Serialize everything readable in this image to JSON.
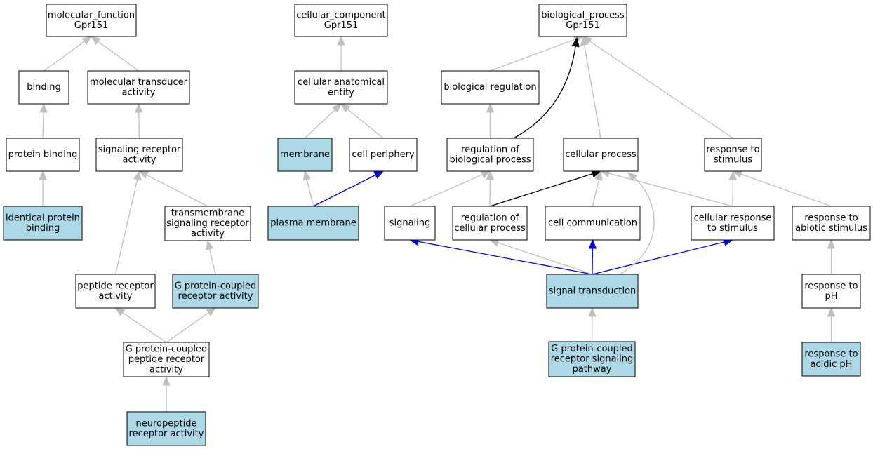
{
  "colors": {
    "plain_fill": "#ffffff",
    "highlight_fill": "#add8e6",
    "edge_gray": "#c0c0c0",
    "edge_black": "#000000",
    "edge_blue": "#0000ee"
  },
  "nodes": [
    {
      "id": "mf_root",
      "lines": [
        "molecular_function",
        "Gpr151"
      ],
      "highlight": false
    },
    {
      "id": "binding",
      "lines": [
        "binding"
      ],
      "highlight": false
    },
    {
      "id": "mol_transducer",
      "lines": [
        "molecular transducer",
        "activity"
      ],
      "highlight": false
    },
    {
      "id": "protein_binding",
      "lines": [
        "protein binding"
      ],
      "highlight": false
    },
    {
      "id": "sig_receptor",
      "lines": [
        "signaling receptor",
        "activity"
      ],
      "highlight": false
    },
    {
      "id": "identical_protein",
      "lines": [
        "identical protein",
        "binding"
      ],
      "highlight": true
    },
    {
      "id": "tm_sig_receptor",
      "lines": [
        "transmembrane",
        "signaling receptor",
        "activity"
      ],
      "highlight": false
    },
    {
      "id": "peptide_receptor",
      "lines": [
        "peptide receptor",
        "activity"
      ],
      "highlight": false
    },
    {
      "id": "gpcr_activity",
      "lines": [
        "G protein-coupled",
        "receptor activity"
      ],
      "highlight": true
    },
    {
      "id": "gpcr_peptide",
      "lines": [
        "G protein-coupled",
        "peptide receptor",
        "activity"
      ],
      "highlight": false
    },
    {
      "id": "neuropeptide",
      "lines": [
        "neuropeptide",
        "receptor activity"
      ],
      "highlight": true
    },
    {
      "id": "cc_root",
      "lines": [
        "cellular_component",
        "Gpr151"
      ],
      "highlight": false
    },
    {
      "id": "cell_anat",
      "lines": [
        "cellular anatomical",
        "entity"
      ],
      "highlight": false
    },
    {
      "id": "membrane",
      "lines": [
        "membrane"
      ],
      "highlight": true
    },
    {
      "id": "cell_periphery",
      "lines": [
        "cell periphery"
      ],
      "highlight": false
    },
    {
      "id": "plasma_membrane",
      "lines": [
        "plasma membrane"
      ],
      "highlight": true
    },
    {
      "id": "bp_root",
      "lines": [
        "biological_process",
        "Gpr151"
      ],
      "highlight": false
    },
    {
      "id": "bio_regulation",
      "lines": [
        "biological regulation"
      ],
      "highlight": false
    },
    {
      "id": "reg_bio_process",
      "lines": [
        "regulation of",
        "biological process"
      ],
      "highlight": false
    },
    {
      "id": "cellular_process",
      "lines": [
        "cellular process"
      ],
      "highlight": false
    },
    {
      "id": "response_stimulus",
      "lines": [
        "response to",
        "stimulus"
      ],
      "highlight": false
    },
    {
      "id": "signaling",
      "lines": [
        "signaling"
      ],
      "highlight": false
    },
    {
      "id": "reg_cell_process",
      "lines": [
        "regulation of",
        "cellular process"
      ],
      "highlight": false
    },
    {
      "id": "cell_comm",
      "lines": [
        "cell communication"
      ],
      "highlight": false
    },
    {
      "id": "cell_resp_stim",
      "lines": [
        "cellular response",
        "to stimulus"
      ],
      "highlight": false
    },
    {
      "id": "resp_abiotic",
      "lines": [
        "response to",
        "abiotic stimulus"
      ],
      "highlight": false
    },
    {
      "id": "signal_trans",
      "lines": [
        "signal transduction"
      ],
      "highlight": true
    },
    {
      "id": "resp_ph",
      "lines": [
        "response to",
        "pH"
      ],
      "highlight": false
    },
    {
      "id": "gpcr_pathway",
      "lines": [
        "G protein-coupled",
        "receptor signaling",
        "pathway"
      ],
      "highlight": true
    },
    {
      "id": "resp_acidic_ph",
      "lines": [
        "response to",
        "acidic pH"
      ],
      "highlight": true
    }
  ],
  "edges": [
    {
      "from": "binding",
      "to": "mf_root",
      "color": "gray"
    },
    {
      "from": "mol_transducer",
      "to": "mf_root",
      "color": "gray"
    },
    {
      "from": "protein_binding",
      "to": "binding",
      "color": "gray"
    },
    {
      "from": "sig_receptor",
      "to": "mol_transducer",
      "color": "gray"
    },
    {
      "from": "identical_protein",
      "to": "protein_binding",
      "color": "gray"
    },
    {
      "from": "tm_sig_receptor",
      "to": "sig_receptor",
      "color": "gray"
    },
    {
      "from": "peptide_receptor",
      "to": "sig_receptor",
      "color": "gray"
    },
    {
      "from": "gpcr_activity",
      "to": "tm_sig_receptor",
      "color": "gray"
    },
    {
      "from": "gpcr_peptide",
      "to": "peptide_receptor",
      "color": "gray"
    },
    {
      "from": "gpcr_peptide",
      "to": "gpcr_activity",
      "color": "gray"
    },
    {
      "from": "neuropeptide",
      "to": "gpcr_peptide",
      "color": "gray"
    },
    {
      "from": "cell_anat",
      "to": "cc_root",
      "color": "gray"
    },
    {
      "from": "membrane",
      "to": "cell_anat",
      "color": "gray"
    },
    {
      "from": "cell_periphery",
      "to": "cell_anat",
      "color": "gray"
    },
    {
      "from": "plasma_membrane",
      "to": "membrane",
      "color": "gray"
    },
    {
      "from": "plasma_membrane",
      "to": "cell_periphery",
      "color": "blue"
    },
    {
      "from": "bio_regulation",
      "to": "bp_root",
      "color": "gray"
    },
    {
      "from": "reg_bio_process",
      "to": "bp_root",
      "color": "black",
      "curve": true
    },
    {
      "from": "reg_bio_process",
      "to": "bio_regulation",
      "color": "gray"
    },
    {
      "from": "cellular_process",
      "to": "bp_root",
      "color": "gray"
    },
    {
      "from": "response_stimulus",
      "to": "bp_root",
      "color": "gray"
    },
    {
      "from": "signaling",
      "to": "reg_bio_process",
      "color": "gray"
    },
    {
      "from": "reg_cell_process",
      "to": "reg_bio_process",
      "color": "gray"
    },
    {
      "from": "reg_cell_process",
      "to": "cellular_process",
      "color": "black"
    },
    {
      "from": "cell_comm",
      "to": "cellular_process",
      "color": "gray"
    },
    {
      "from": "cell_resp_stim",
      "to": "cellular_process",
      "color": "gray"
    },
    {
      "from": "cell_resp_stim",
      "to": "response_stimulus",
      "color": "gray"
    },
    {
      "from": "resp_abiotic",
      "to": "response_stimulus",
      "color": "gray"
    },
    {
      "from": "signal_trans",
      "to": "signaling",
      "color": "blue"
    },
    {
      "from": "signal_trans",
      "to": "reg_cell_process",
      "color": "gray"
    },
    {
      "from": "signal_trans",
      "to": "cell_comm",
      "color": "blue"
    },
    {
      "from": "signal_trans",
      "to": "cell_resp_stim",
      "color": "blue"
    },
    {
      "from": "signal_trans",
      "to": "cellular_process",
      "color": "gray",
      "curve": true
    },
    {
      "from": "resp_ph",
      "to": "resp_abiotic",
      "color": "gray"
    },
    {
      "from": "gpcr_pathway",
      "to": "signal_trans",
      "color": "gray"
    },
    {
      "from": "resp_acidic_ph",
      "to": "resp_ph",
      "color": "gray"
    }
  ]
}
